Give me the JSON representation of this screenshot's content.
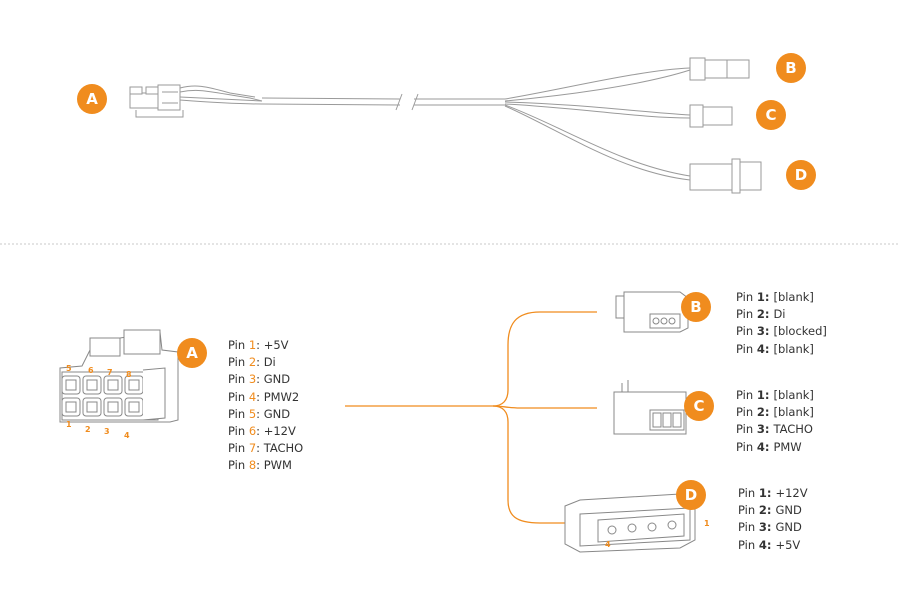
{
  "badges": {
    "a": "A",
    "b": "B",
    "c": "C",
    "d": "D"
  },
  "connector_a_numbers": {
    "top": [
      "5",
      "6",
      "7",
      "8"
    ],
    "bottom": [
      "1",
      "2",
      "3",
      "4"
    ]
  },
  "connector_d_numbers": {
    "left": "4",
    "right": "1"
  },
  "pins_a": [
    {
      "prefix": "Pin ",
      "num": "1",
      "sep": ": ",
      "value": "+5V"
    },
    {
      "prefix": "Pin ",
      "num": "2",
      "sep": ": ",
      "value": "Di"
    },
    {
      "prefix": "Pin ",
      "num": "3",
      "sep": ": ",
      "value": "GND"
    },
    {
      "prefix": "Pin ",
      "num": "4",
      "sep": ": ",
      "value": "PMW2"
    },
    {
      "prefix": "Pin ",
      "num": "5",
      "sep": ": ",
      "value": "GND"
    },
    {
      "prefix": "Pin ",
      "num": "6",
      "sep": ": ",
      "value": "+12V"
    },
    {
      "prefix": "Pin ",
      "num": "7",
      "sep": ": ",
      "value": "TACHO"
    },
    {
      "prefix": "Pin ",
      "num": "8",
      "sep": ": ",
      "value": "PWM"
    }
  ],
  "pins_b": [
    {
      "prefix": "Pin ",
      "num": "1",
      "sep": ": ",
      "value": "[blank]"
    },
    {
      "prefix": "Pin ",
      "num": "2",
      "sep": ": ",
      "value": "Di"
    },
    {
      "prefix": "Pin ",
      "num": "3",
      "sep": ": ",
      "value": "[blocked]"
    },
    {
      "prefix": "Pin ",
      "num": "4",
      "sep": ": ",
      "value": "[blank]"
    }
  ],
  "pins_c": [
    {
      "prefix": "Pin ",
      "num": "1",
      "sep": ": ",
      "value": "[blank]"
    },
    {
      "prefix": "Pin ",
      "num": "2",
      "sep": ": ",
      "value": "[blank]"
    },
    {
      "prefix": "Pin ",
      "num": "3",
      "sep": ": ",
      "value": "TACHO"
    },
    {
      "prefix": "Pin ",
      "num": "4",
      "sep": ": ",
      "value": "PMW"
    }
  ],
  "pins_d": [
    {
      "prefix": "Pin ",
      "num": "1",
      "sep": ": ",
      "value": "+12V"
    },
    {
      "prefix": "Pin ",
      "num": "2",
      "sep": ": ",
      "value": "GND"
    },
    {
      "prefix": "Pin ",
      "num": "3",
      "sep": ": ",
      "value": "GND"
    },
    {
      "prefix": "Pin ",
      "num": "4",
      "sep": ": ",
      "value": "+5V"
    }
  ],
  "colors": {
    "accent": "#f08c1e",
    "line": "#9a9a9a",
    "divider": "#c8c8c8",
    "text": "#333333"
  }
}
